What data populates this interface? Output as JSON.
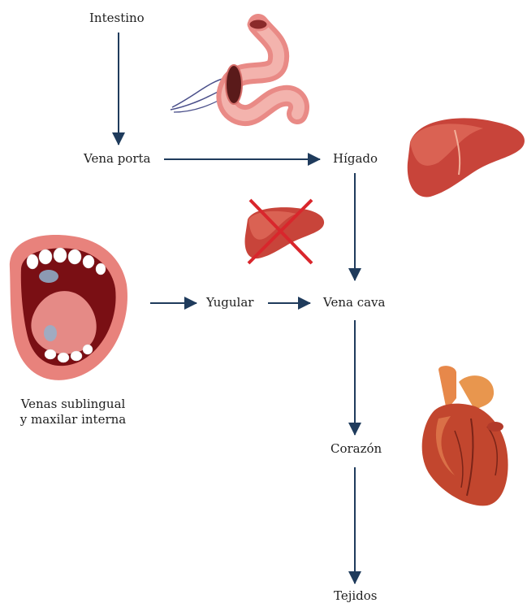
{
  "diagram": {
    "nodes": {
      "intestine": "Intestino",
      "portal_vein": "Vena porta",
      "liver": "Hígado",
      "jugular": "Yugular",
      "vena_cava": "Vena cava",
      "heart": "Corazón",
      "tissues": "Tejidos",
      "sublingual_line1": "Venas sublingual",
      "sublingual_line2": "y maxilar interna"
    },
    "edges": [
      {
        "from": "intestine",
        "to": "portal_vein"
      },
      {
        "from": "portal_vein",
        "to": "liver"
      },
      {
        "from": "liver",
        "to": "vena_cava"
      },
      {
        "from": "sublingual",
        "to": "jugular"
      },
      {
        "from": "jugular",
        "to": "vena_cava"
      },
      {
        "from": "vena_cava",
        "to": "heart"
      },
      {
        "from": "heart",
        "to": "tissues"
      }
    ],
    "illustrations": [
      "intestine-illustration",
      "liver-illustration",
      "crossed-liver-illustration",
      "open-mouth-illustration",
      "heart-illustration"
    ],
    "colors": {
      "arrow": "#1f3b5c",
      "cross": "#d9262c",
      "organ": "#c8443a"
    }
  }
}
